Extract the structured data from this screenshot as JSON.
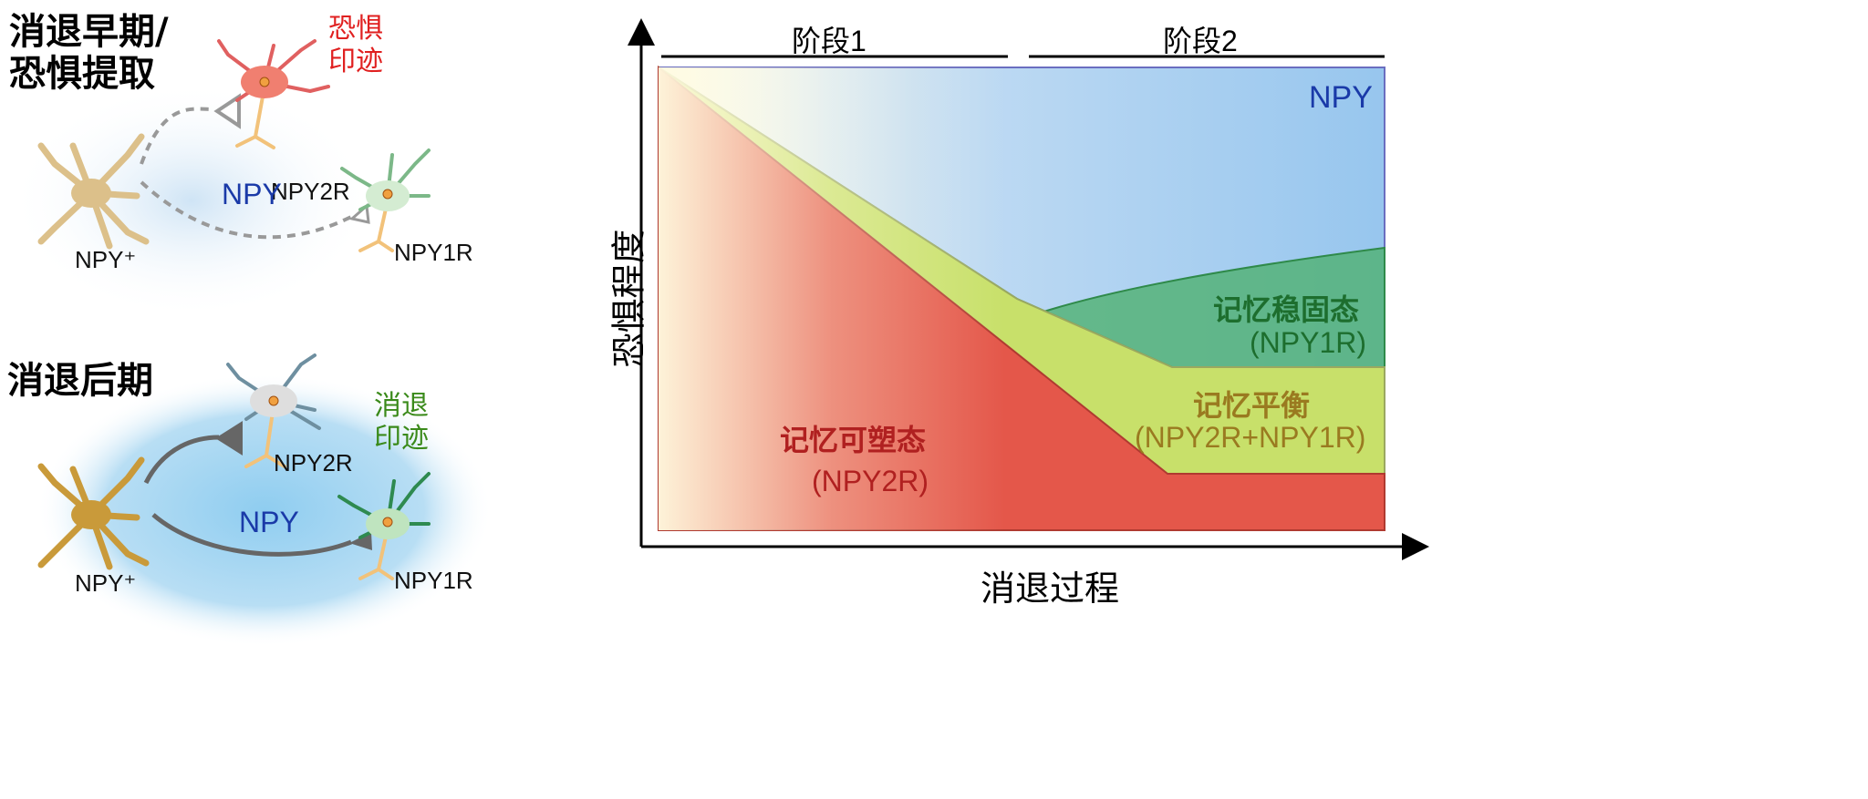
{
  "left_panel": {
    "early": {
      "title_line1": "消退早期/",
      "title_line2": "恐惧提取",
      "engram_line1": "恐惧",
      "engram_line2": "印迹",
      "receptor_top": "NPY2R",
      "receptor_bottom": "NPY1R",
      "signal": "NPY",
      "source": "NPY⁺"
    },
    "late": {
      "title": "消退后期",
      "engram_line1": "消退",
      "engram_line2": "印迹",
      "receptor_top": "NPY2R",
      "receptor_bottom": "NPY1R",
      "signal": "NPY",
      "source": "NPY⁺"
    }
  },
  "diagram": {
    "y_axis_label": "恐惧程度",
    "x_axis_label": "消退过程",
    "phase1": "阶段1",
    "phase2": "阶段2",
    "regions": {
      "npy": "NPY",
      "consolidation": "记忆稳固态",
      "consolidation_sub": "(NPY1R)",
      "balance": "记忆平衡",
      "balance_sub": "(NPY2R+NPY1R)",
      "plasticity": "记忆可塑态",
      "plasticity_sub": "(NPY2R)"
    },
    "colors": {
      "npy": "#9ec8ee",
      "consolidation": "#4fb070",
      "balance": "#c8e06a",
      "plasticity": "#e4574a"
    }
  }
}
